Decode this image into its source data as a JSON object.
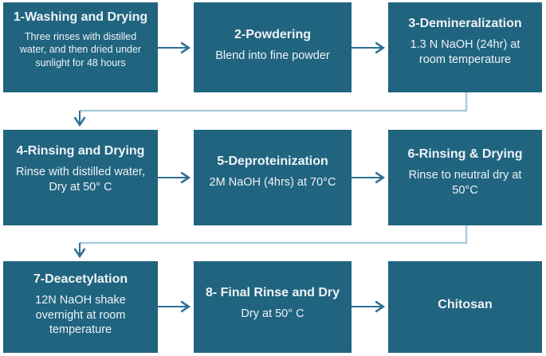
{
  "boxes": [
    {
      "title": "1-Washing and Drying",
      "body": "Three rinses with distilled water, and then dried under sunlight for 48 hours"
    },
    {
      "title": "2-Powdering",
      "body": "Blend into fine powder"
    },
    {
      "title": "3-Demineralization",
      "body": "1.3 N NaOH (24hr) at room temperature"
    },
    {
      "title": "4-Rinsing and Drying",
      "body": "Rinse with distilled water, Dry at 50° C"
    },
    {
      "title": "5-Deproteinization",
      "body": "2M NaOH (4hrs) at 70°C"
    },
    {
      "title": "6-Rinsing & Drying",
      "body": "Rinse to neutral dry at 50°C"
    },
    {
      "title": "7-Deacetylation",
      "body": "12N NaOH shake overnight at room temperature"
    },
    {
      "title": "8- Final Rinse and Dry",
      "body": "Dry at 50° C"
    },
    {
      "title": "Chitosan",
      "body": ""
    }
  ],
  "colors": {
    "box_fill": "#206480",
    "box_text": "#eff3f6",
    "arrow_dark": "#2e6f95",
    "arrow_light": "#aecadd",
    "background": "#ffffff"
  }
}
